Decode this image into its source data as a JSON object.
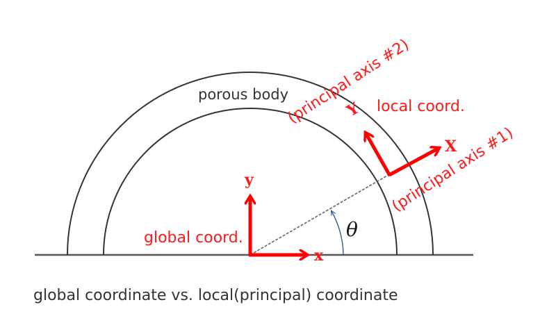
{
  "diagram": {
    "caption": "global coordinate vs. local(principal) coordinate",
    "body_label": "porous body",
    "global": {
      "label": "global coord.",
      "x_axis": "x",
      "y_axis": "y"
    },
    "local": {
      "label": "local coord.",
      "x_axis": "X",
      "y_axis": "Y",
      "axis1_label": "(principal axis #1)",
      "axis2_label": "(principal axis #2)"
    },
    "angle_label": "θ",
    "colors": {
      "outline": "#333333",
      "ground": "#555555",
      "axes": "#ff0000",
      "angle_arc": "#3a5a8c",
      "text_red": "#ff1a1a"
    }
  }
}
